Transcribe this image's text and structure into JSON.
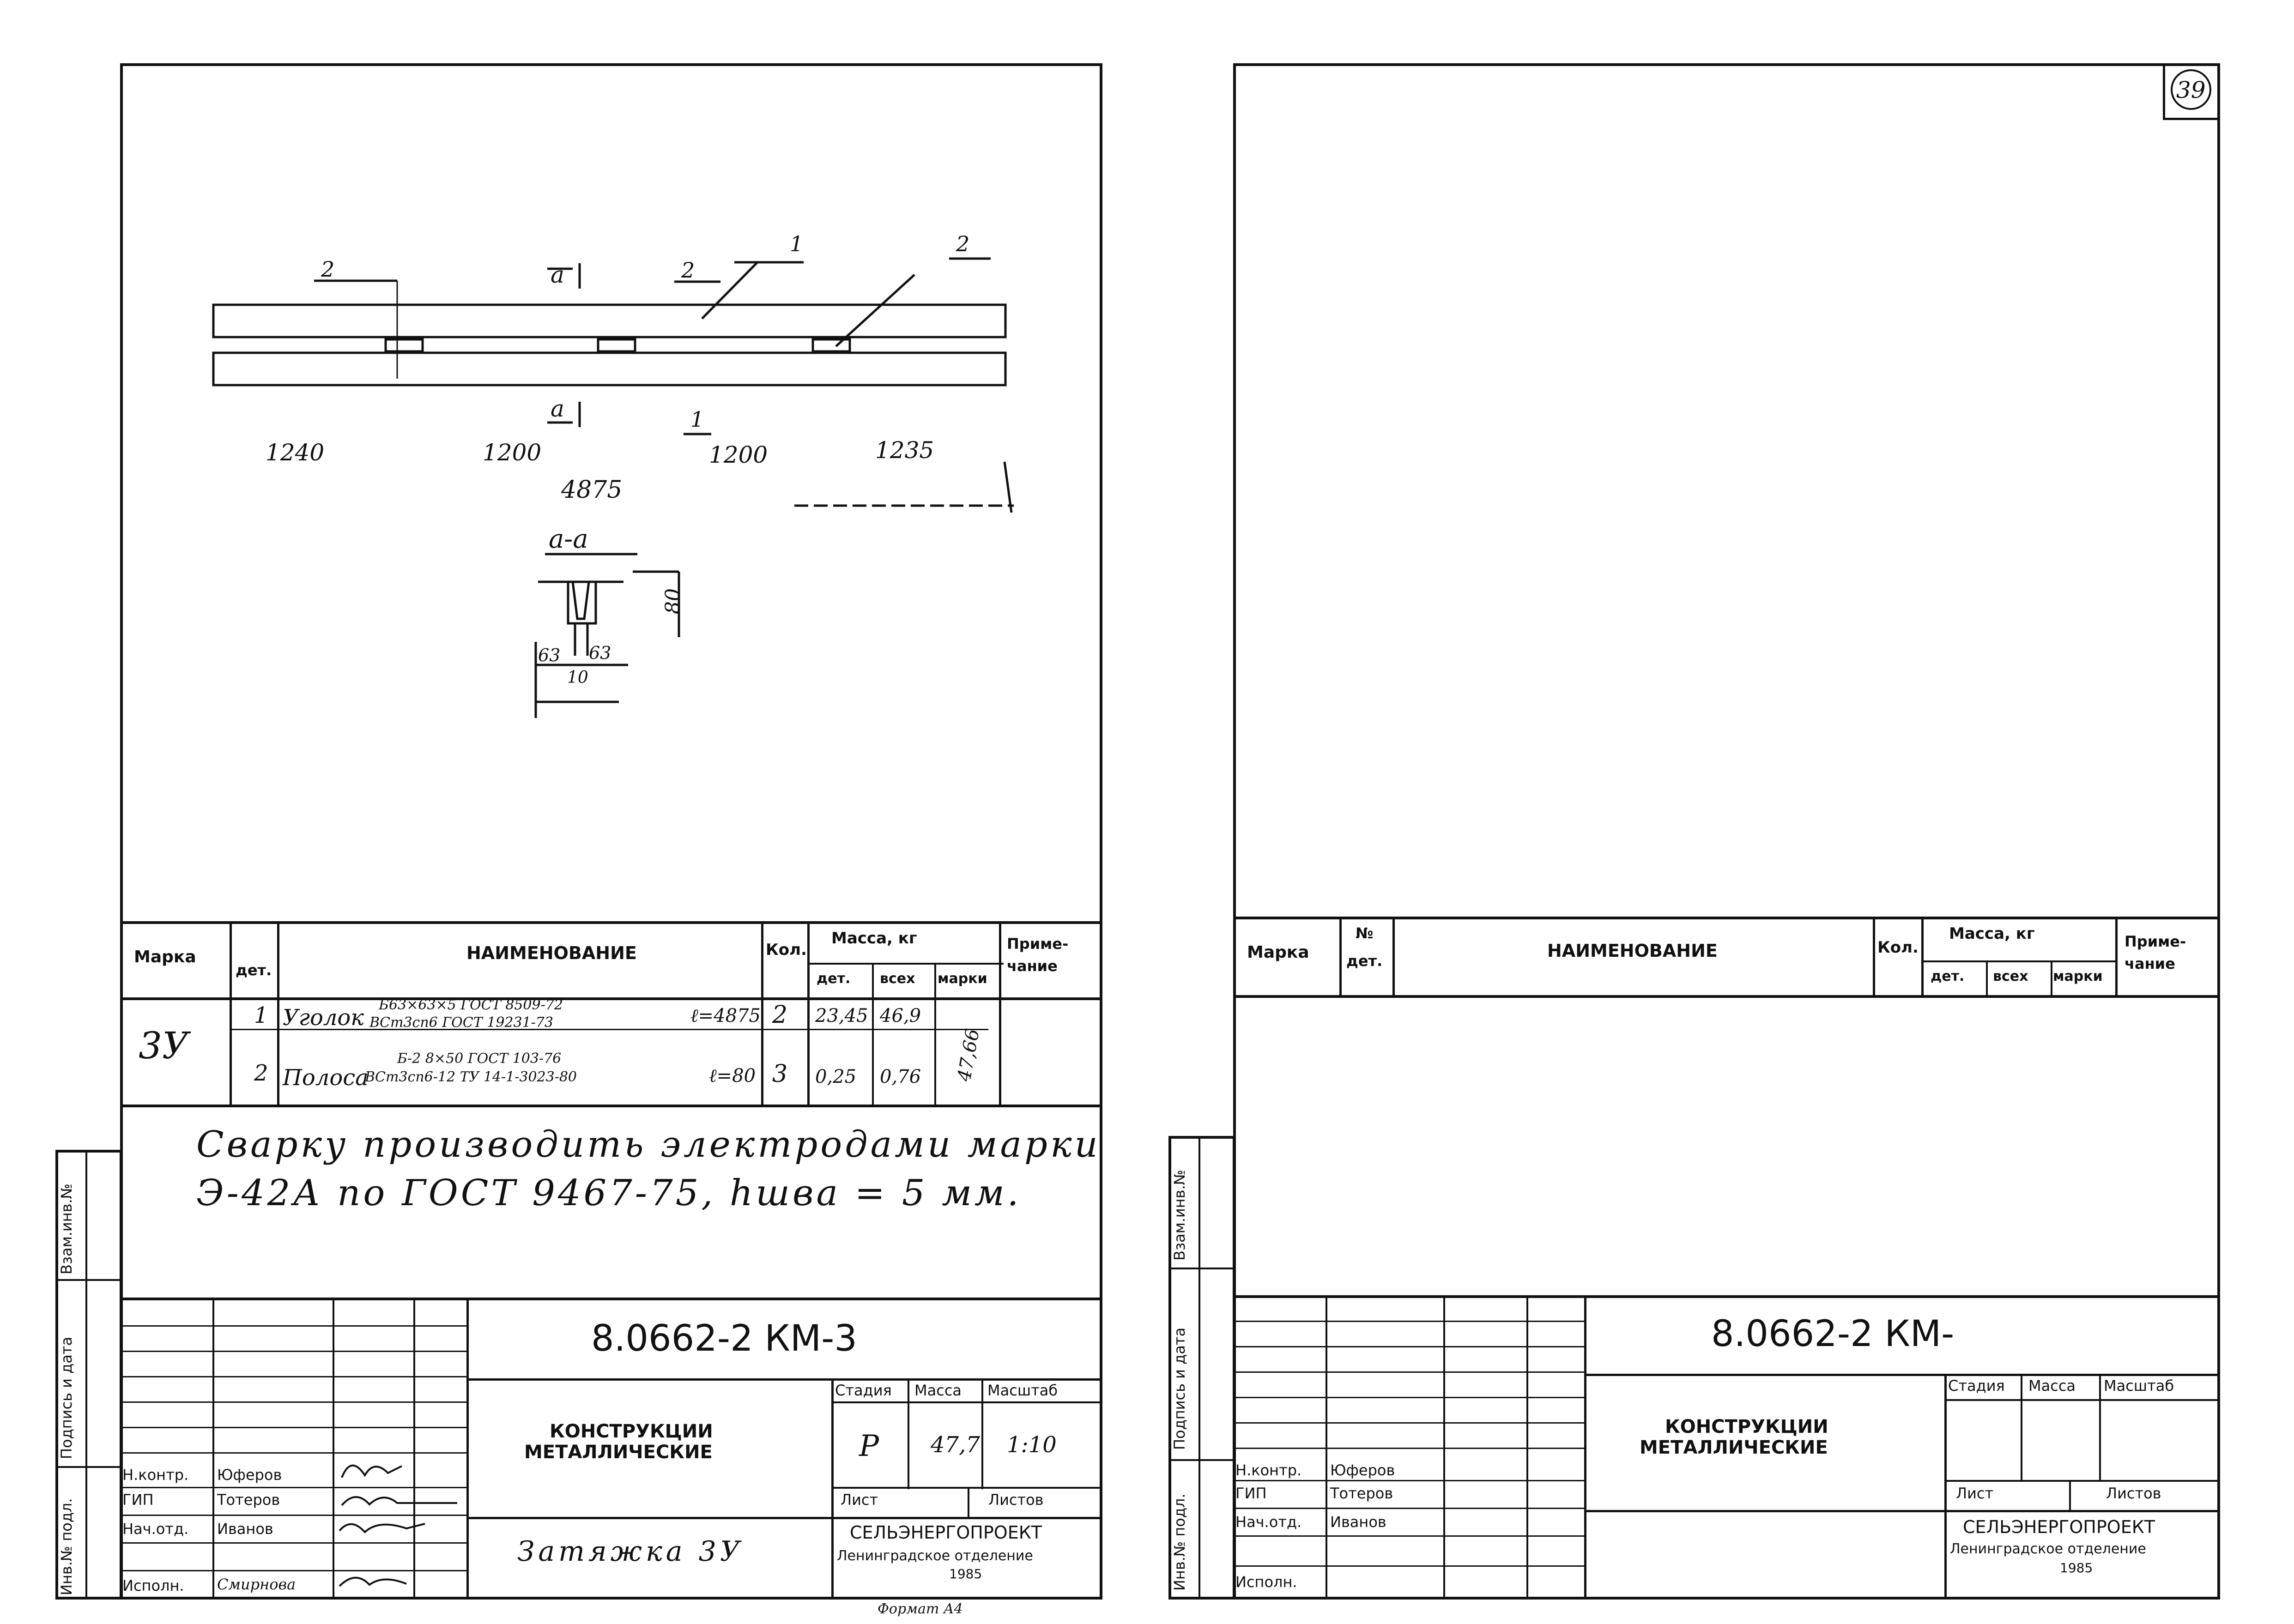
{
  "page_number": "39",
  "format_note": "Формат А4",
  "left": {
    "drawing": {
      "leaders": [
        "2",
        "2",
        "1",
        "2"
      ],
      "section_mark_top": "a",
      "section_mark_bottom": "a",
      "leader_bottom": "1",
      "dims": [
        "1240",
        "1200",
        "1200",
        "1235"
      ],
      "total": "4875",
      "section_title": "a-a",
      "section_dims": {
        "height": "80",
        "w1": "63",
        "w2": "63",
        "gap": "10"
      }
    },
    "spec": {
      "headers": {
        "mark": "Марка",
        "det": "дет.",
        "name": "НАИМЕНОВАНИЕ",
        "qty": "Кол.",
        "mass": "Масса, кг",
        "mass_det": "дет.",
        "mass_all": "всех",
        "mass_mark": "марки",
        "note": "Приме- чание"
      },
      "mark": "3У",
      "mark_mass": "47,66",
      "rows": [
        {
          "det": "1",
          "name": "Уголок",
          "spec_top": "Б63×63×5 ГОСТ 8509-72",
          "spec_bottom": "ВСт3сп6 ГОСТ 19231-73",
          "length": "ℓ=4875",
          "qty": "2",
          "m_det": "23,45",
          "m_all": "46,9"
        },
        {
          "det": "2",
          "name": "Полоса",
          "spec_top": "Б-2 8×50 ГОСТ 103-76",
          "spec_bottom": "ВСт3сп6-12 ТУ 14-1-3023-80",
          "length": "ℓ=80",
          "qty": "3",
          "m_det": "0,25",
          "m_all": "0,76"
        }
      ],
      "weld_note_1": "Сварку производить электродами марки",
      "weld_note_2": "Э-42А по ГОСТ 9467-75, hшва = 5 мм."
    },
    "stamp": {
      "code": "8.0662-2 КМ-3",
      "title_1": "КОНСТРУКЦИИ",
      "title_2": "МЕТАЛЛИЧЕСКИЕ",
      "stage_h": "Стадия",
      "mass_h": "Масса",
      "scale_h": "Масштаб",
      "stage": "Р",
      "mass": "47,7",
      "scale": "1:10",
      "sheet_h": "Лист",
      "sheets_h": "Листов",
      "org_1": "СЕЛЬЭНЕРГОПРОЕКТ",
      "org_2": "Ленинградское отделение",
      "org_3": "1985",
      "caption": "Затяжка 3У",
      "roles": [
        "Н.контр.",
        "ГИП",
        "Нач.отд.",
        "Исполн."
      ],
      "names": [
        "Юферов",
        "Тотеров",
        "Иванов",
        "Смирнова"
      ],
      "side_labels": [
        "Инв.№ подл.",
        "Подпись и дата",
        "Взам.инв.№"
      ]
    }
  },
  "right": {
    "spec": {
      "headers": {
        "mark": "Марка",
        "det_no": "№",
        "det": "дет.",
        "name": "НАИМЕНОВАНИЕ",
        "qty": "Кол.",
        "mass": "Масса, кг",
        "mass_det": "дет.",
        "mass_all": "всех",
        "mass_mark": "марки",
        "note": "Приме- чание"
      }
    },
    "stamp": {
      "code": "8.0662-2 КМ-",
      "title_1": "КОНСТРУКЦИИ",
      "title_2": "МЕТАЛЛИЧЕСКИЕ",
      "stage_h": "Стадия",
      "mass_h": "Масса",
      "scale_h": "Масштаб",
      "sheet_h": "Лист",
      "sheets_h": "Листов",
      "org_1": "СЕЛЬЭНЕРГОПРОЕКТ",
      "org_2": "Ленинградское отделение",
      "org_3": "1985",
      "roles": [
        "Н.контр.",
        "ГИП",
        "Нач.отд.",
        "Исполн."
      ],
      "names": [
        "Юферов",
        "Тотеров",
        "Иванов"
      ],
      "side_labels": [
        "Инв.№ подл.",
        "Подпись и дата",
        "Взам.инв.№"
      ]
    }
  }
}
